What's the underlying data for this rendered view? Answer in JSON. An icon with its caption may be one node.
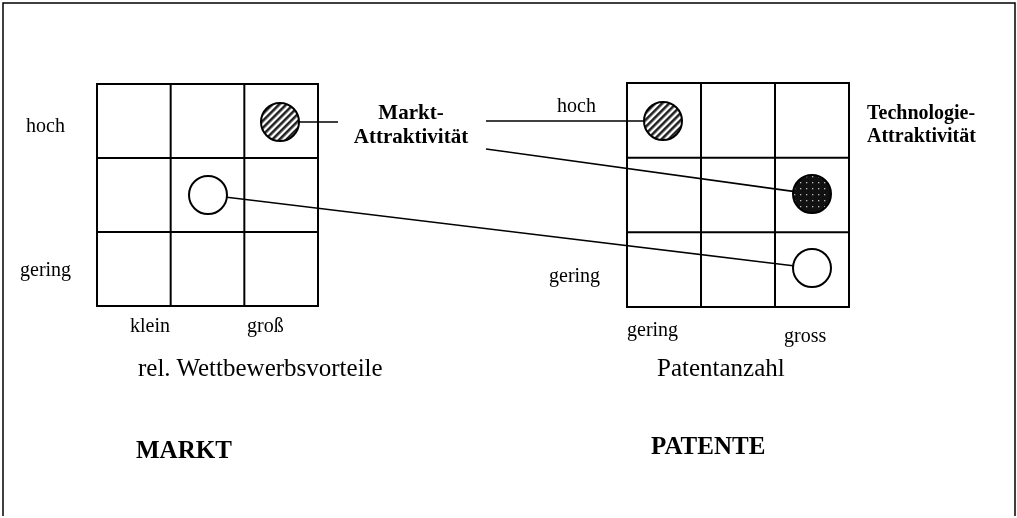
{
  "diagram": {
    "nodes": [
      {
        "text": [
          "Markt- Attraktivität"
        ]
      },
      {
        "text": [],
        "shape": "circle"
      },
      {
        "text": [],
        "shape": "circle"
      },
      {
        "text": [],
        "shape": "circle"
      },
      {
        "text": [],
        "shape": "circle"
      },
      {
        "text": [],
        "shape": "circle"
      }
    ],
    "edges": [
      {
        "from": 0,
        "to": 1,
        "arrow": "none"
      },
      {
        "from": 0,
        "to": 3,
        "arrow": "none"
      },
      {
        "from": 0,
        "to": 4,
        "arrow": "none"
      },
      {
        "from": 2,
        "to": 5,
        "arrow": "none"
      }
    ],
    "labels": [
      "hoch",
      "gering",
      "klein",
      "groß",
      "rel. Wettbewerbsvorteile",
      "MARKT",
      "hoch",
      "gering",
      "gering",
      "gross",
      "Patentanzahl",
      "PATENTE",
      "Technologie- Attraktivität"
    ]
  }
}
